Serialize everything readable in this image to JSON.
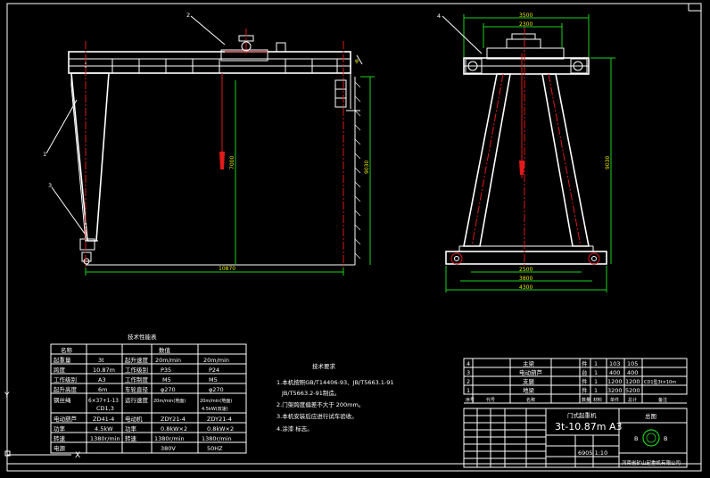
{
  "drawing": {
    "title": "3t-10.87m A3",
    "label_name": "门式起重机",
    "sheet": "总图",
    "company": "河南省矿山起重机有限公司",
    "scale_weight": "6905 1:10",
    "part_callouts": [
      "1",
      "2",
      "3",
      "4"
    ]
  },
  "dimensions": {
    "front_span": "10870",
    "front_height_inner": "7000",
    "front_height_outer": "9030",
    "side_top_outer": "3500",
    "side_top_inner": "2300",
    "side_bottom_1": "2500",
    "side_bottom_2": "3800",
    "side_bottom_3": "4300",
    "side_height": "9030"
  },
  "params_table": {
    "title": "技术性能表",
    "header": [
      "名称",
      "数值"
    ],
    "rows": [
      [
        "起重量",
        "3t",
        "起升速度",
        "20m/min",
        "20m/min"
      ],
      [
        "跨度",
        "10.87m",
        "工作级别",
        "P35",
        "P24"
      ],
      [
        "工作级别",
        "A3",
        "工作制度",
        "M5",
        "M5"
      ],
      [
        "起升高度",
        "6m",
        "车轮直径",
        "φ270",
        "φ270"
      ],
      [
        "钢丝绳",
        "6×37+1-13",
        "运行速度",
        "20m/min(地面)",
        "20m/min(地面)"
      ],
      [
        "",
        "CD1,3",
        "",
        "",
        "4.5kW(双速)"
      ],
      [
        "电动葫芦",
        "ZD41-4",
        "电动机",
        "ZDY21-4",
        "ZDY21-4"
      ],
      [
        "功率",
        "4.5kW",
        "功率",
        "0.8kW×2",
        "0.8kW×2"
      ],
      [
        "转速",
        "1380r/min",
        "转速",
        "1380r/min",
        "1380r/min"
      ],
      [
        "电源",
        "",
        "",
        "380V",
        "50HZ"
      ]
    ]
  },
  "tech_notes": {
    "title": "技术要求",
    "lines": [
      "1.本机按照GB/T14406-93、JB/T5663.1-91",
      "JB/T5663.2-91制造。",
      "2.门架跨度偏差不大于 200mm。",
      "3.本机安装后应进行试车验收。",
      "4.涂漆 标志。"
    ]
  },
  "parts_table": {
    "rows": [
      [
        "4",
        "主梁",
        "件",
        "1",
        "103",
        "105",
        ""
      ],
      [
        "3",
        "电动葫芦",
        "台",
        "1",
        "400",
        "400",
        ""
      ],
      [
        "2",
        "支腿",
        "件",
        "1",
        "1200",
        "1200",
        "CD1型3t×10m"
      ],
      [
        "1",
        "地梁",
        "件",
        "1",
        "3200",
        "5200",
        ""
      ]
    ],
    "footer": [
      "序号",
      "代号",
      "名称",
      "数量",
      "材料",
      "单件",
      "总计",
      "备注"
    ]
  }
}
